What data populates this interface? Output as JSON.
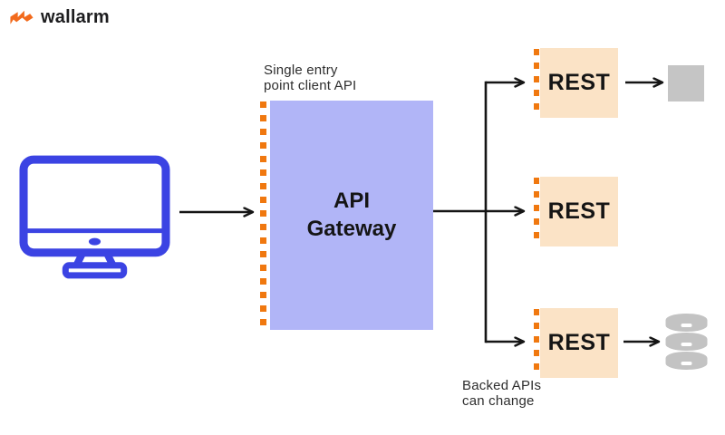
{
  "brand": {
    "name": "wallarm"
  },
  "gateway": {
    "title": "API\nGateway",
    "note": "Single entry\npoint client API"
  },
  "services": [
    {
      "label": "REST"
    },
    {
      "label": "REST"
    },
    {
      "label": "REST"
    }
  ],
  "notes": {
    "backend": "Backed APIs\ncan change"
  },
  "icons": {
    "logo": "wallarm-zigzag-icon",
    "client": "desktop-computer-icon",
    "database": "database-icon",
    "placeholder": "generic-service-square"
  },
  "colors": {
    "accent_orange": "#f0780f",
    "gateway_fill": "#b1b5f7",
    "service_fill": "#fbe3c6",
    "client_blue": "#3b43e3",
    "neutral_gray": "#c5c5c5",
    "arrow": "#151515"
  }
}
